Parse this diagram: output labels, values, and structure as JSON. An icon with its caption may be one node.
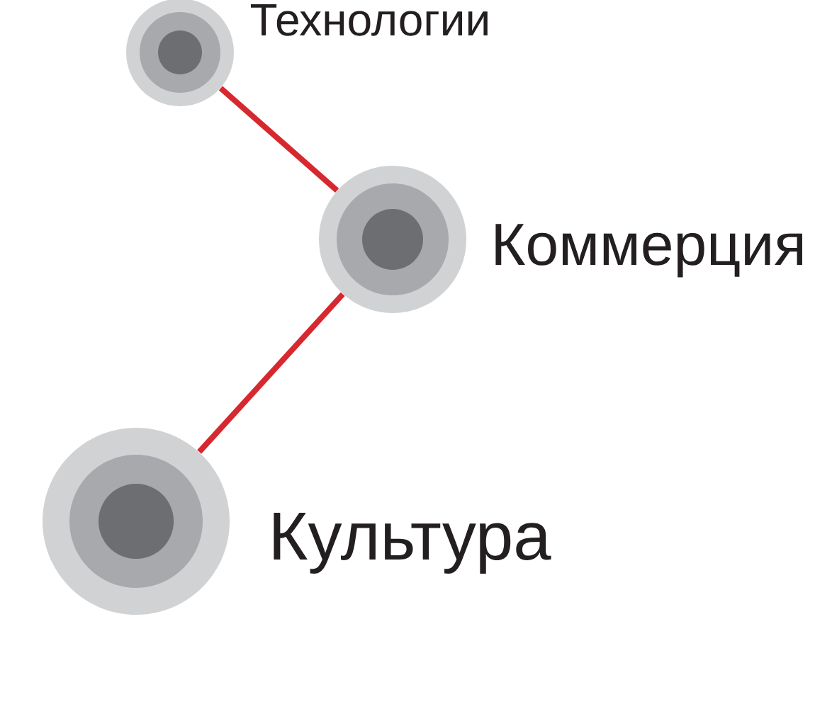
{
  "diagram": {
    "nodes": [
      {
        "text": [],
        "shape": "circle",
        "beside": [
          "Технологии"
        ]
      },
      {
        "text": [],
        "shape": "circle",
        "beside": [
          "Коммерция"
        ]
      },
      {
        "text": [],
        "shape": "circle",
        "beside": [
          "Культура"
        ]
      }
    ],
    "edges": [
      {
        "from": 0,
        "to": 1,
        "arrow": "none"
      },
      {
        "from": 1,
        "to": 2,
        "arrow": "none"
      }
    ]
  }
}
